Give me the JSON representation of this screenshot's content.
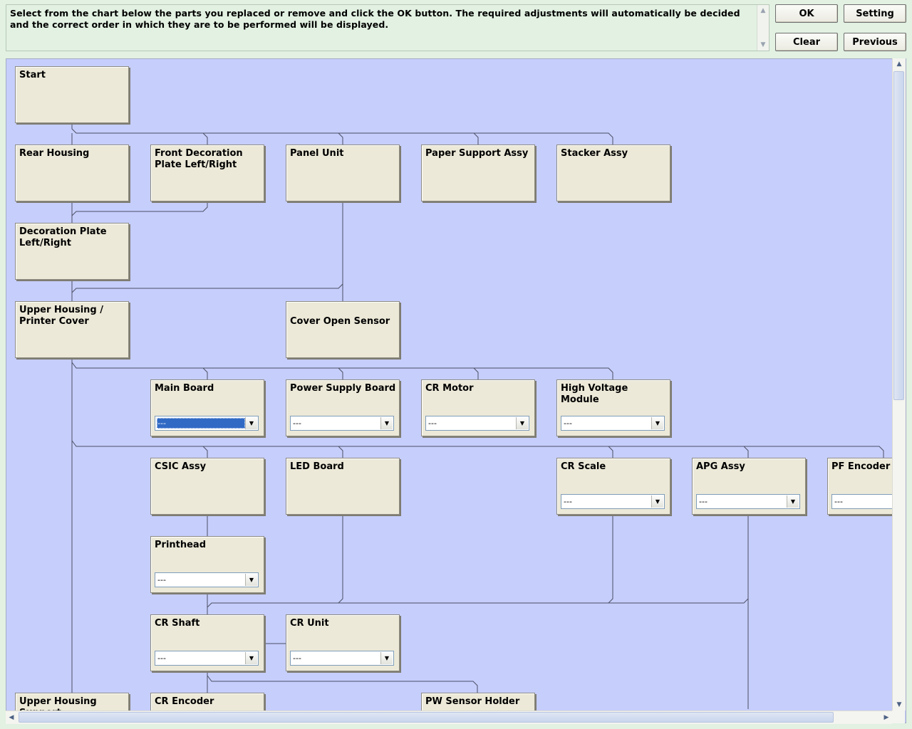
{
  "instruction": "Select from the chart below the parts you replaced or remove and click the OK button. The required adjustments will automatically be decided and the correct order in which they are to be performed will be displayed.",
  "buttons": {
    "ok": "OK",
    "setting": "Setting",
    "clear": "Clear",
    "previous": "Previous"
  },
  "nodes": {
    "start": "Start",
    "rear_housing": "Rear Housing",
    "front_decoration_plate": "Front Decoration Plate Left/Right",
    "panel_unit": "Panel Unit",
    "paper_support_assy": "Paper Support Assy",
    "stacker_assy": "Stacker Assy",
    "decoration_plate": "Decoration Plate Left/Right",
    "upper_housing_printer_cover": "Upper Housing / Printer Cover",
    "cover_open_sensor": "Cover Open Sensor",
    "main_board": "Main Board",
    "power_supply_board": "Power Supply Board",
    "cr_motor": "CR Motor",
    "high_voltage_module": "High Voltage Module",
    "csic_assy": "CSIC Assy",
    "led_board": "LED Board",
    "cr_scale": "CR Scale",
    "apg_assy": "APG Assy",
    "pf_encoder": "PF Encoder",
    "printhead": "Printhead",
    "cr_shaft": "CR Shaft",
    "cr_unit": "CR Unit",
    "upper_housing_support": "Upper Housing Support",
    "cr_encoder": "CR Encoder",
    "pw_sensor_holder": "PW Sensor Holder"
  },
  "dropdowns": {
    "main_board": "---",
    "power_supply_board": "---",
    "cr_motor": "---",
    "high_voltage_module": "---",
    "cr_scale": "---",
    "apg_assy": "---",
    "pf_encoder": "---",
    "printhead": "---",
    "cr_shaft": "---",
    "cr_unit": "---"
  },
  "colors": {
    "window_background": "#e2f1e2",
    "chart_background": "#c6cefc",
    "node_fill": "#ece9d8",
    "selected_dropdown": "#316ac5"
  }
}
